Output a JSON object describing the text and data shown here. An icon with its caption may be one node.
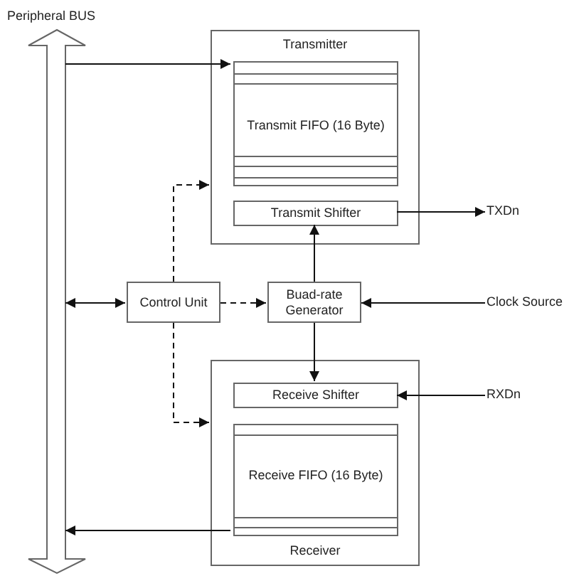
{
  "diagram": {
    "nodes": [
      {
        "text": [
          "Peripheral BUS"
        ]
      },
      {
        "text": [
          "Transmitter"
        ]
      },
      {
        "text": [
          "Transmit FIFO (16 Byte)"
        ],
        "in": 1
      },
      {
        "text": [
          "Transmit Shifter"
        ],
        "in": 1
      },
      {
        "text": [
          "Control Unit"
        ]
      },
      {
        "text": [
          "Buad-rate Generator"
        ]
      },
      {
        "text": [
          "Receiver"
        ]
      },
      {
        "text": [
          "Receive Shifter"
        ],
        "in": 6
      },
      {
        "text": [
          "Receive FIFO (16 Byte)"
        ],
        "in": 6
      },
      {
        "text": [
          "TXDn"
        ]
      },
      {
        "text": [
          "Clock Source"
        ]
      },
      {
        "text": [
          "RXDn"
        ]
      }
    ],
    "edges": [
      {
        "from": 0,
        "to": 2,
        "arrow": "to"
      },
      {
        "from": 4,
        "to": 1,
        "arrow": "to",
        "style": "dashed"
      },
      {
        "from": 0,
        "to": 4,
        "arrow": "both"
      },
      {
        "from": 4,
        "to": 5,
        "arrow": "to",
        "style": "dashed"
      },
      {
        "from": 5,
        "to": 3,
        "arrow": "to"
      },
      {
        "from": 10,
        "to": 5,
        "arrow": "to"
      },
      {
        "from": 3,
        "to": 9,
        "arrow": "to"
      },
      {
        "from": 5,
        "to": 7,
        "arrow": "to"
      },
      {
        "from": 11,
        "to": 7,
        "arrow": "to"
      },
      {
        "from": 4,
        "to": 6,
        "arrow": "to",
        "style": "dashed"
      },
      {
        "from": 8,
        "to": 0,
        "arrow": "to"
      }
    ]
  }
}
